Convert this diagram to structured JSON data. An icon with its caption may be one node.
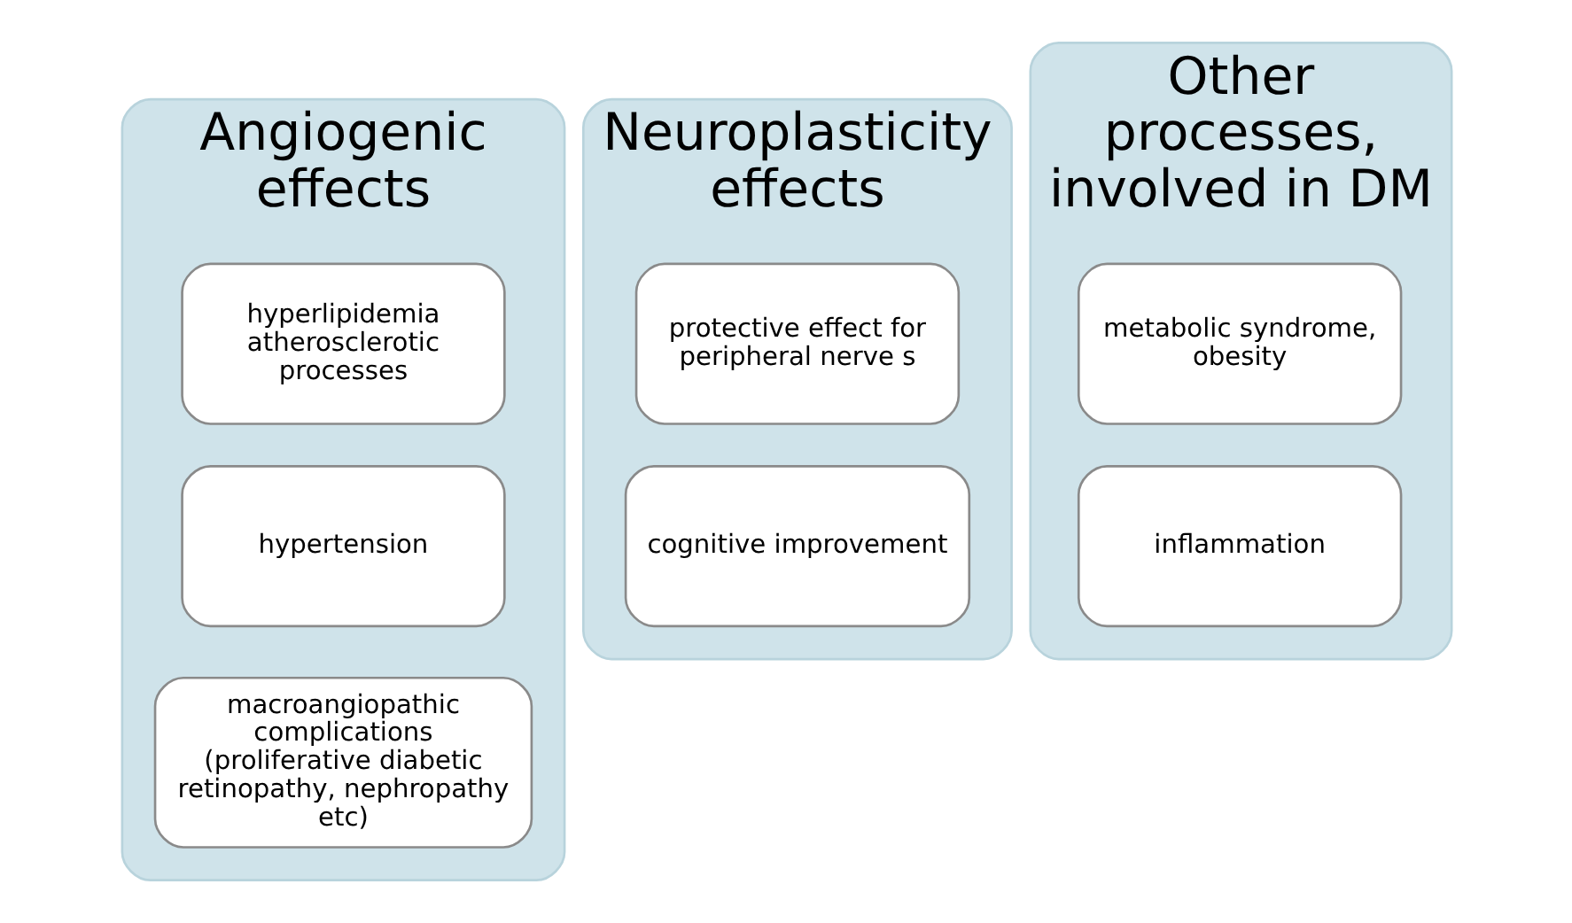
{
  "diagram": {
    "nodes": [
      {
        "text": [
          "Angiogenic effects"
        ]
      },
      {
        "text": [
          "hyperlipidemia atherosclerotic processes"
        ],
        "in": 0
      },
      {
        "text": [
          "hypertension"
        ],
        "in": 0
      },
      {
        "text": [
          "macroangiopathic complications (proliferative diabetic retinopathy, nephropathy etc)"
        ],
        "in": 0
      },
      {
        "text": [
          "Neuroplasticity effects"
        ]
      },
      {
        "text": [
          "protective effect for peripheral nerve s"
        ],
        "in": 4
      },
      {
        "text": [
          "cognitive improvement"
        ],
        "in": 4
      },
      {
        "text": [
          "Other processes, involved in DM"
        ]
      },
      {
        "text": [
          "metabolic syndrome, obesity"
        ],
        "in": 7
      },
      {
        "text": [
          "inflammation"
        ],
        "in": 7
      }
    ],
    "edges": []
  }
}
